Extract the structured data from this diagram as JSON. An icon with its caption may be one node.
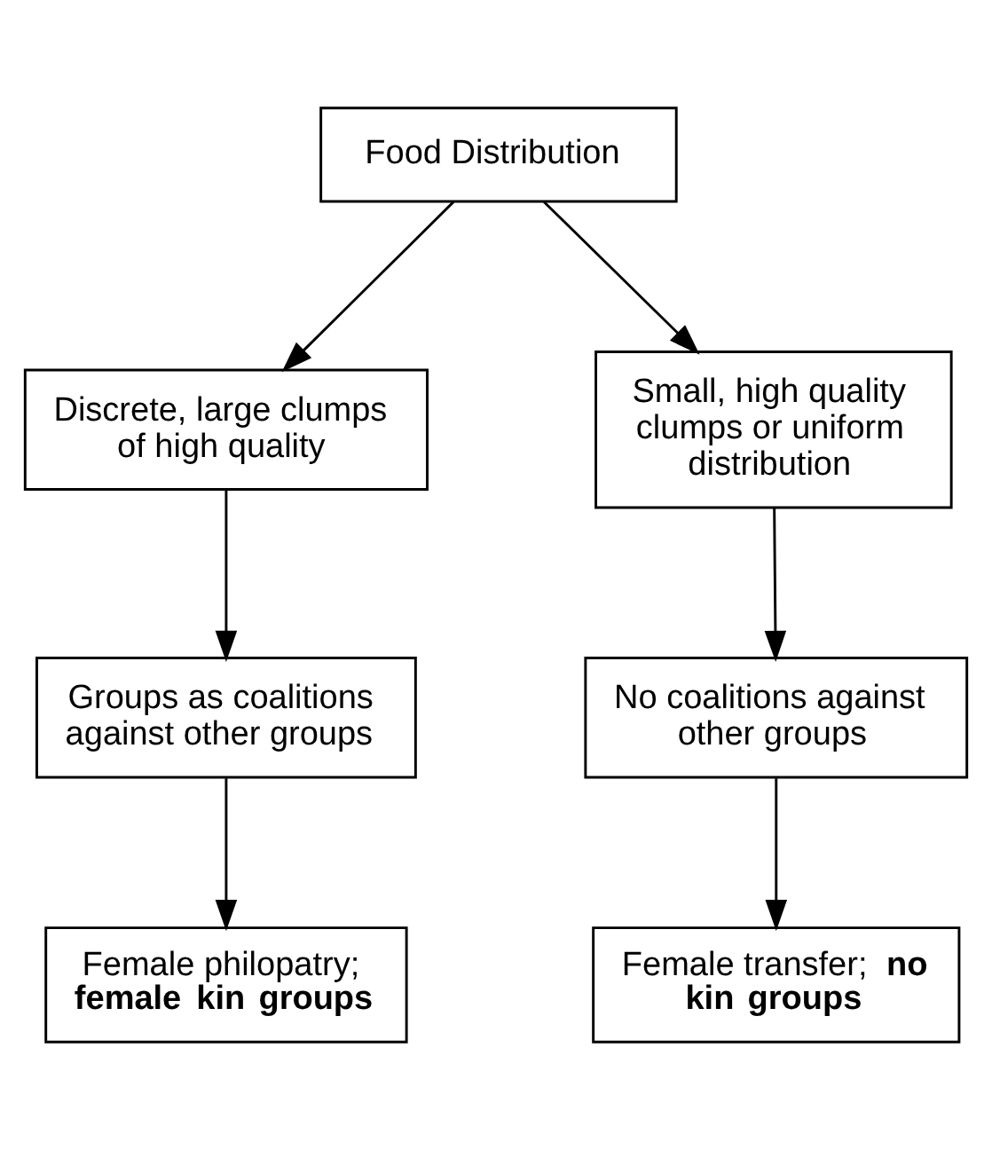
{
  "diagram": {
    "nodes": [
      {
        "text": [
          "Food Distribution"
        ]
      },
      {
        "text": [
          "Discrete, large clumps of high quality"
        ]
      },
      {
        "text": [
          "Small, high quality clumps or uniform distribution"
        ]
      },
      {
        "text": [
          "Groups as coalitions against other groups"
        ]
      },
      {
        "text": [
          "No coalitions against other groups"
        ]
      },
      {
        "text": [
          "Female philopatry; **female kin groups**"
        ]
      },
      {
        "text": [
          "Female transfer; **no kin groups**"
        ]
      }
    ],
    "edges": [
      {
        "from": 0,
        "to": 1,
        "arrow": "to"
      },
      {
        "from": 0,
        "to": 2,
        "arrow": "to"
      },
      {
        "from": 1,
        "to": 3,
        "arrow": "to"
      },
      {
        "from": 2,
        "to": 4,
        "arrow": "to"
      },
      {
        "from": 3,
        "to": 5,
        "arrow": "to"
      },
      {
        "from": 4,
        "to": 6,
        "arrow": "to"
      }
    ]
  }
}
